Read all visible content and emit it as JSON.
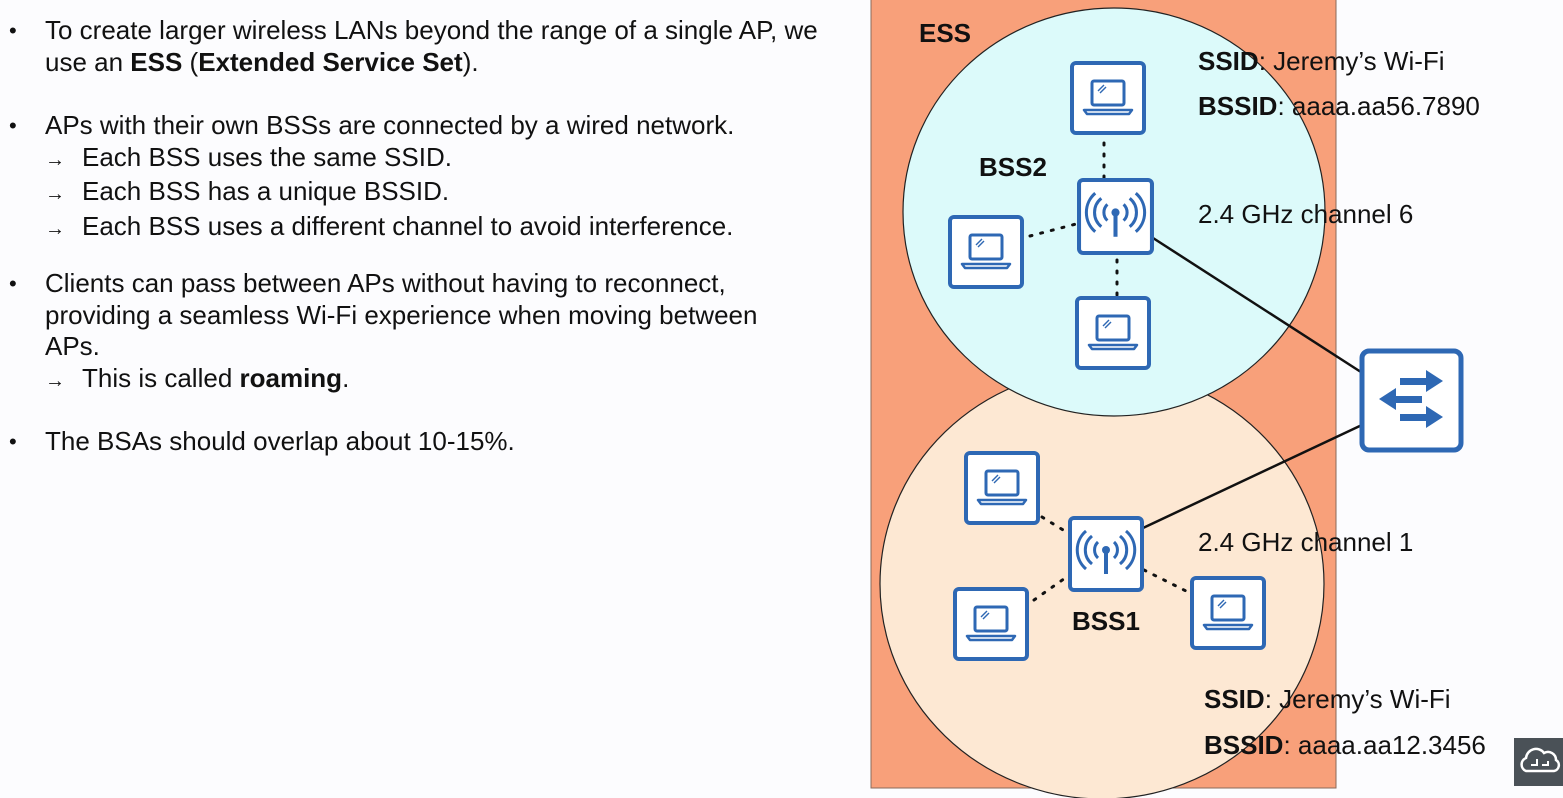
{
  "bullets": {
    "b1": {
      "pre": "To create larger wireless LANs beyond the range of a single AP, we use an ",
      "ess": "ESS",
      "open": " (",
      "ess_full": "Extended Service Set",
      "close": ")."
    },
    "b2": {
      "text": "APs with their own BSSs are connected by a wired network.",
      "subs": [
        "Each BSS uses the same SSID.",
        "Each BSS has a unique BSSID.",
        "Each BSS uses a different channel to avoid interference."
      ]
    },
    "b3": {
      "text": "Clients can pass between APs without having to reconnect, providing a seamless Wi-Fi experience when moving between APs.",
      "sub_pre": "This is called ",
      "sub_bold": "roaming",
      "sub_post": "."
    },
    "b4": {
      "text": "The BSAs should overlap about 10-15%."
    },
    "bullet_char": "•",
    "arrow_char": "→"
  },
  "diagram": {
    "ess_label": "ESS",
    "bss2": {
      "label": "BSS2",
      "ssid_key": "SSID",
      "ssid_value": ": Jeremy’s Wi-Fi",
      "bssid_key": "BSSID",
      "bssid_value": ": aaaa.aa56.7890",
      "channel": "2.4 GHz channel 6"
    },
    "bss1": {
      "label": "BSS1",
      "ssid_key": "SSID",
      "ssid_value": ": Jeremy’s Wi-Fi",
      "bssid_key": "BSSID",
      "bssid_value": ": aaaa.aa12.3456",
      "channel": "2.4 GHz channel 1"
    },
    "colors": {
      "ess_area": "#f8a07a",
      "bss2_area": "#dcfafa",
      "bss1_area": "#fde8d3",
      "device_stroke": "#2e68b4",
      "device_fill": "#ffffff"
    },
    "icons": {
      "ap": "wireless-access-point-icon",
      "laptop": "laptop-icon",
      "switch": "switch-icon"
    }
  },
  "logo": {
    "icon": "cloud-logo-icon"
  }
}
